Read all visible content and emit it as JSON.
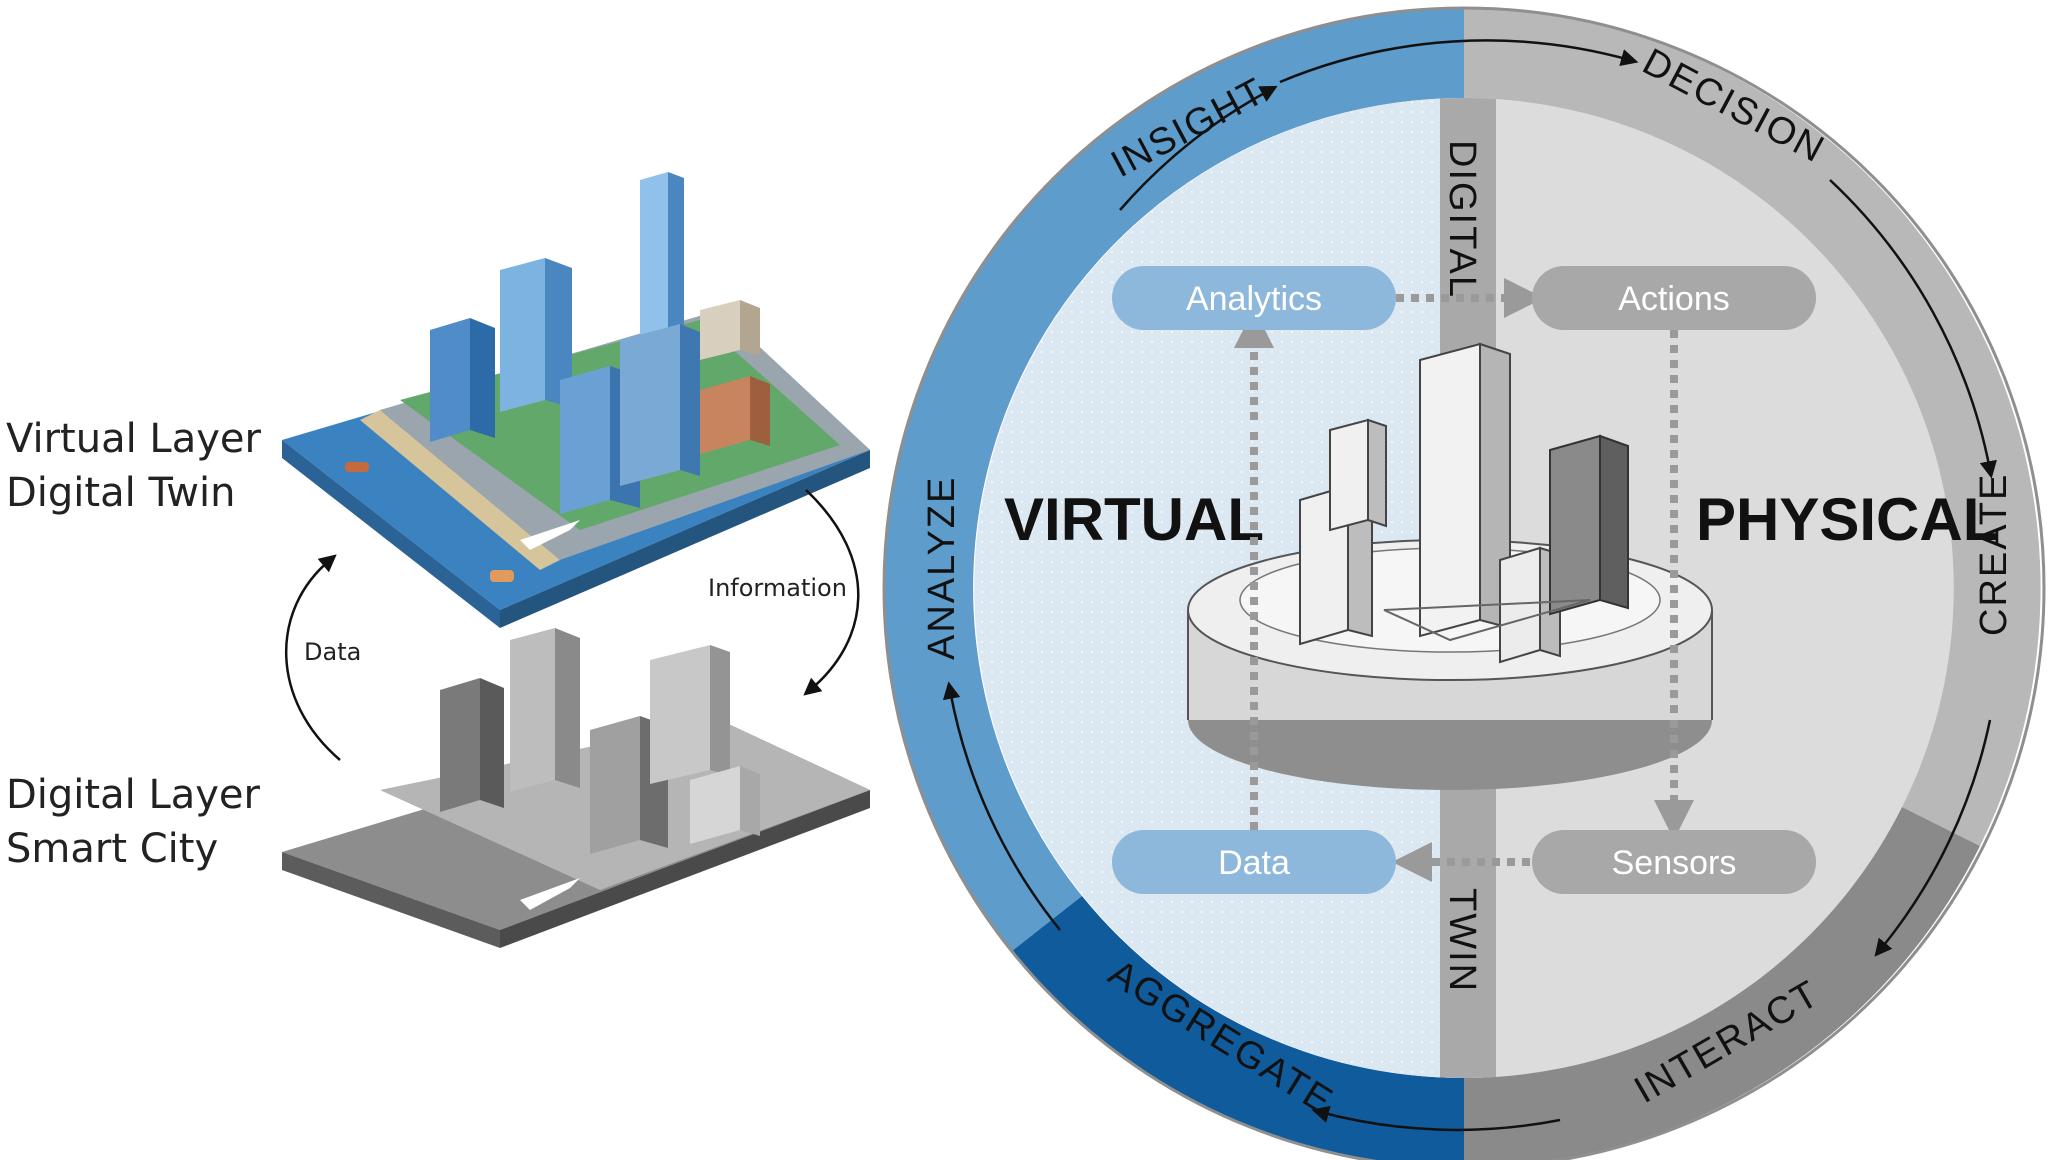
{
  "left_panel": {
    "virtual_layer_title": "Virtual Layer",
    "virtual_layer_subtitle": "Digital Twin",
    "digital_layer_title": "Digital Layer",
    "digital_layer_subtitle": "Smart City",
    "arrow_up_label": "Data",
    "arrow_down_label": "Information"
  },
  "cycle": {
    "stages": [
      "INSIGHT",
      "DECISION",
      "CREATE",
      "INTERACT",
      "AGGREGATE",
      "ANALYZE"
    ],
    "center_band_top": "DIGITAL",
    "center_band_bottom": "TWIN",
    "virtual_title": "VIRTUAL",
    "physical_title": "PHYSICAL",
    "nodes": {
      "analytics": "Analytics",
      "actions": "Actions",
      "data": "Data",
      "sensors": "Sensors"
    }
  },
  "colors": {
    "ring_virtual": "#5e9ccc",
    "ring_virtual_dark": "#0f5b9c",
    "ring_physical": "#b8b8b8",
    "ring_physical_dark": "#8a8a8a",
    "virtual_fill": "#dbe7f1",
    "physical_fill": "#dcdcdc",
    "pill_virtual": "#8db8dc",
    "pill_physical": "#a8a8a8"
  }
}
